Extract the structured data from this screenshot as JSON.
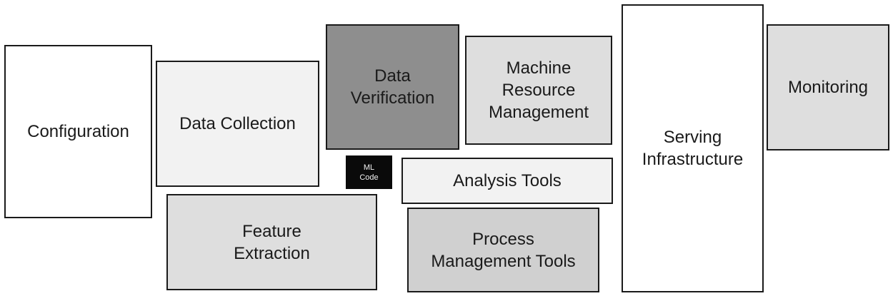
{
  "components": {
    "configuration": "Configuration",
    "data_collection": "Data Collection",
    "data_verification": "Data\nVerification",
    "machine_resource_management": "Machine\nResource\nManagement",
    "serving_infrastructure": "Serving\nInfrastructure",
    "monitoring": "Monitoring",
    "ml_code": "ML\nCode",
    "analysis_tools": "Analysis Tools",
    "feature_extraction": "Feature\nExtraction",
    "process_management_tools": "Process\nManagement Tools"
  },
  "colors": {
    "border": "#1a1a1a",
    "white": "#ffffff",
    "faint_gray": "#f2f2f2",
    "light_gray": "#dedede",
    "mid_gray": "#d0d0d0",
    "dark_gray": "#8e8e8e",
    "black": "#0a0a0a"
  }
}
